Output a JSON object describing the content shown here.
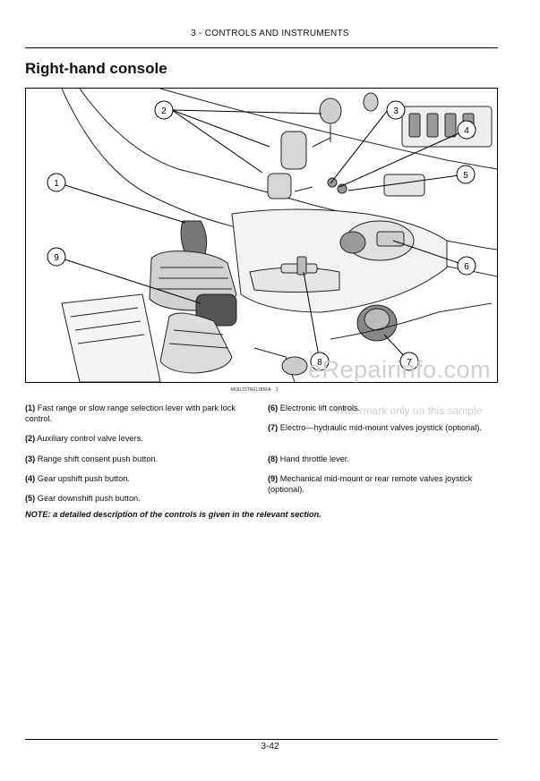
{
  "header": {
    "section": "3 - CONTROLS AND INSTRUMENTS"
  },
  "title": "Right-hand console",
  "figure": {
    "code": "MOIL15TR01785FA",
    "code_suffix": "1",
    "callouts": [
      "1",
      "2",
      "3",
      "4",
      "5",
      "6",
      "7",
      "8",
      "9"
    ]
  },
  "descriptions": {
    "left": [
      {
        "num": "(1)",
        "text": "Fast range or slow range selection lever with park lock control."
      },
      {
        "num": "(2)",
        "text": "Auxiliary control valve levers."
      },
      {
        "num": "(3)",
        "text": "Range shift consent push button."
      },
      {
        "num": "(4)",
        "text": "Gear upshift push button."
      },
      {
        "num": "(5)",
        "text": "Gear downshift push button."
      }
    ],
    "right": [
      {
        "num": "(6)",
        "text": "Electronic lift controls."
      },
      {
        "num": "(7)",
        "text": "Electro—hydraulic mid-mount valves joystick (optional)."
      },
      {
        "num": "(8)",
        "text": "Hand throttle lever."
      },
      {
        "num": "(9)",
        "text": "Mechanical mid-mount or rear remote valves joystick (optional)."
      }
    ]
  },
  "note": "NOTE: a detailed description of the controls is given in the relevant section.",
  "watermark": {
    "site": "eRepairinfo.com",
    "notice": "Watermark only on this sample"
  },
  "page_number": "3-42"
}
